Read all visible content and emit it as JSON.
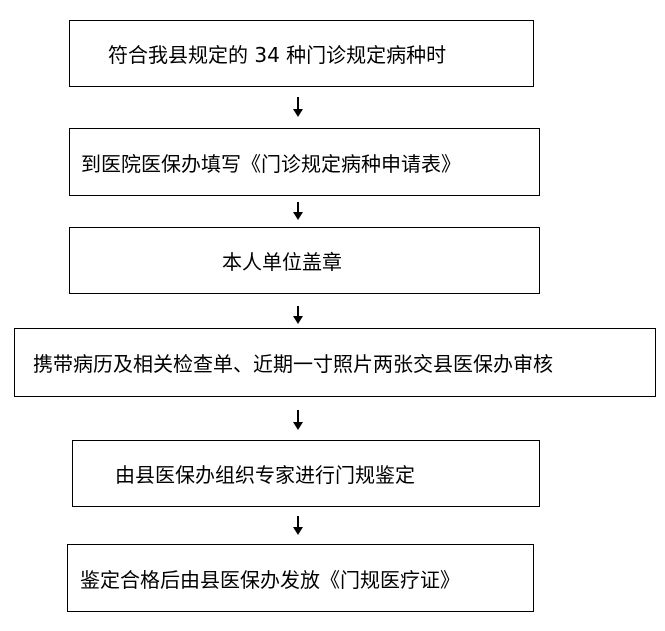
{
  "steps": [
    "符合我县规定的 34 种门诊规定病种时",
    "到医院医保办填写《门诊规定病种申请表》",
    "本人单位盖章",
    "携带病历及相关检查单、近期一寸照片两张交县医保办审核",
    "由县医保办组织专家进行门规鉴定",
    "鉴定合格后由县医保办发放《门规医疗证》"
  ]
}
